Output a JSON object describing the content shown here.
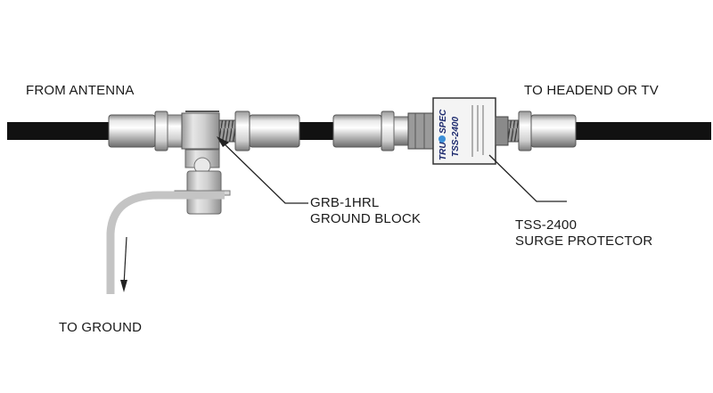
{
  "labels": {
    "from_antenna": "FROM ANTENNA",
    "to_headend": "TO HEADEND OR TV",
    "ground_block_model": "GRB-1HRL",
    "ground_block_name": "GROUND BLOCK",
    "surge_model": "TSS-2400",
    "surge_name": "SURGE PROTECTOR",
    "to_ground": "TO GROUND"
  },
  "protector_body": {
    "brand": "TRU",
    "brand_suffix": "SPEC",
    "model": "TSS-2400"
  },
  "colors": {
    "cable": "#111111",
    "connector_light": "#f2f2f2",
    "connector_mid": "#bdbdbd",
    "connector_dark": "#7a7a7a",
    "brand": "#1d2a6e",
    "brand_dot": "#3b8fd8",
    "ground_wire": "#c4c4c4"
  }
}
